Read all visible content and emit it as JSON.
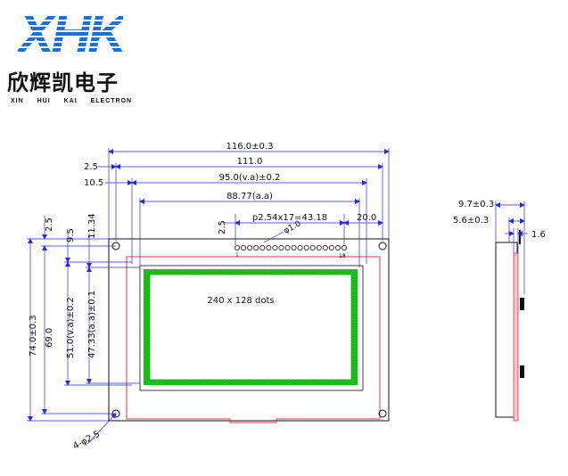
{
  "logo": {
    "mark": "XHK",
    "chinese": "欣辉凯电子",
    "english": "XIN HUI KAI ELECTRON"
  },
  "colors": {
    "outline": "#111111",
    "dimension": "#2b2bd6",
    "pcb": "#e03a4a",
    "active_area": "#1bd31b"
  },
  "front_view": {
    "dim_116": "116.0±0.3",
    "dim_2_5_left": "2.5",
    "dim_111": "111.0",
    "dim_10_5": "10.5",
    "dim_95": "95.0(v.a)±0.2",
    "dim_88_77": "88.77(a.a)",
    "dim_2_5_pin": "2.5",
    "dim_pitch": "p2.54x17=43.18",
    "dim_20": "20.0",
    "pin_hole": "φ1.0",
    "pin_first": "1",
    "pin_last": "18",
    "dim_2_5_top": "2.5",
    "dim_9_5": "9.5",
    "dim_11_34": "11.34",
    "dim_74": "74.0±0.3",
    "dim_69": "69.0",
    "dim_51": "51.0(v.a)±0.2",
    "dim_47_33": "47.33(a.a)±0.1",
    "mount_holes": "4-φ2.5",
    "resolution": "240 x 128 dots"
  },
  "side_view": {
    "dim_9_7": "9.7±0.3",
    "dim_5_6": "5.6±0.3",
    "dim_1_6": "1.6"
  }
}
